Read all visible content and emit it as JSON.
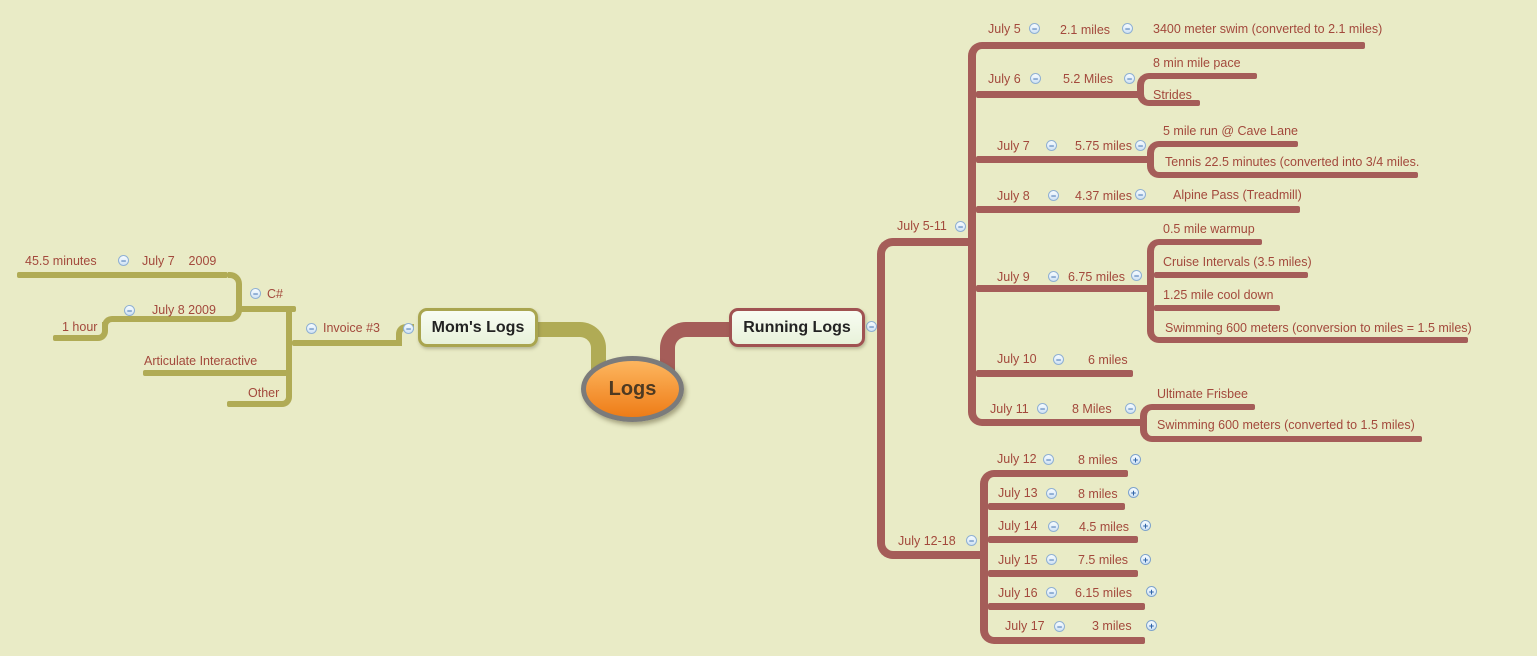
{
  "root_label": "Logs",
  "icons": {
    "collapse": "−",
    "expand": "+"
  },
  "colors": {
    "background": "#e9ebc6",
    "maroon_line": "#a55d59",
    "maroon_text": "#a3493c",
    "olive_line": "#b0ab55",
    "box_background": "#f0f7e8",
    "box_text": "#232323",
    "root_fill_top": "#fdb65f",
    "root_fill_bottom": "#ee7c17",
    "root_border": "#7b7b7b",
    "icon_blue": "#4273b2"
  },
  "left": {
    "box_label": "Mom's Logs",
    "invoice": "Invoice #3",
    "csharp": "C#",
    "july7_2009": "July 7    2009",
    "minutes_45": "45.5 minutes",
    "july8_2009": "July 8 2009",
    "one_hour": "1 hour",
    "articulate": "Articulate Interactive",
    "other": "Other"
  },
  "right": {
    "box_label": "Running Logs",
    "week1_label": "July 5-11",
    "week2_label": "July 12-18",
    "j5_date": "July 5",
    "j5_miles": "2.1 miles",
    "j5_note": "3400 meter swim (converted to 2.1 miles)",
    "j6_date": "July 6",
    "j6_miles": "5.2 Miles",
    "j6_note1": "8 min mile pace",
    "j6_note2": "Strides",
    "j7_date": "July 7",
    "j7_miles": "5.75 miles",
    "j7_note1": "5 mile run @ Cave Lane",
    "j7_note2": "Tennis 22.5 minutes (converted into 3/4 miles.",
    "j8_date": "July 8",
    "j8_miles": "4.37 miles",
    "j8_note": "Alpine Pass (Treadmill)",
    "j9_date": "July 9",
    "j9_miles": "6.75 miles",
    "j9_note1": "0.5 mile warmup",
    "j9_note2": "Cruise Intervals (3.5 miles)",
    "j9_note3": "1.25 mile cool down",
    "j9_note4": "Swimming 600 meters (conversion to miles = 1.5 miles)",
    "j10_date": "July 10",
    "j10_miles": "6 miles",
    "j11_date": "July 11",
    "j11_miles": "8 Miles",
    "j11_note1": "Ultimate Frisbee",
    "j11_note2": "Swimming 600 meters (converted to 1.5 miles)",
    "j12_date": "July 12",
    "j12_miles": "8 miles",
    "j13_date": "July 13",
    "j13_miles": "8 miles",
    "j14_date": "July 14",
    "j14_miles": "4.5 miles",
    "j15_date": "July 15",
    "j15_miles": "7.5 miles",
    "j16_date": "July 16",
    "j16_miles": "6.15 miles",
    "j17_date": "July 17",
    "j17_miles": "3 miles"
  }
}
